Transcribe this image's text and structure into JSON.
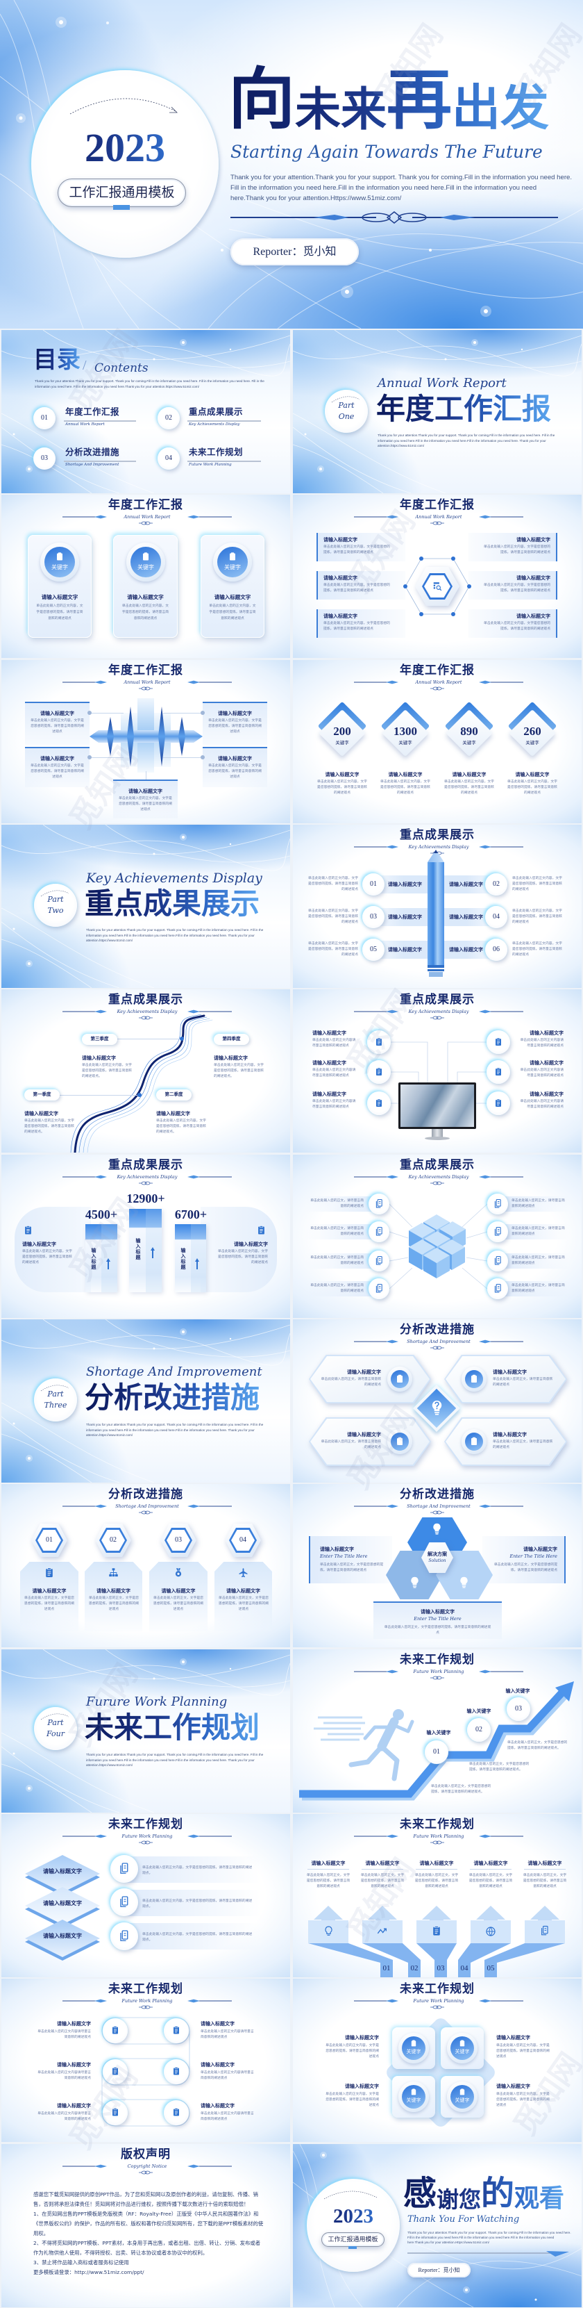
{
  "watermark": "觅知网",
  "hero": {
    "year": "2023",
    "template_label": "工作汇报通用模板",
    "title_parts": [
      "向",
      "未来",
      "再",
      "出发"
    ],
    "subtitle": "Starting Again Towards The Future",
    "body_lines": [
      "Thank you for your attention.Thank you for your support. Thank you for coming.Fill in the information you need here.",
      "Fill in the information you need here.Fill in the information you need here.Fill in the information you need",
      "here.Thank you for your attention.Https://www.51miz.com/"
    ],
    "reporter": "Reporter：觅小知"
  },
  "contents": {
    "title": "目录",
    "slash": "/",
    "subtitle": "Contents",
    "desc": "Thank you for your attention.Thank you for your support. Thank you for coming.Fill in the information you need here. Fill in the information you need here. Fill in the information you need here. Fill in the information you need here.Thank you for your attention.https://www.51miz.com/",
    "items": [
      {
        "num": "01",
        "label": "年度工作汇报",
        "sub": "Annual Work Report"
      },
      {
        "num": "02",
        "label": "重点成果展示",
        "sub": "Key Achievements Display"
      },
      {
        "num": "03",
        "label": "分析改进措施",
        "sub": "Shortage And Improvement"
      },
      {
        "num": "04",
        "label": "未来工作规划",
        "sub": "Future Work Planning"
      }
    ]
  },
  "parts": [
    {
      "part": "Part",
      "num": "One",
      "en": "Annual Work Report",
      "cn": "年度工作汇报",
      "desc": "Thank you for your attention.Thank you for your support. Thank you for coming.Fill in the information you need here. Fill in the information you need here.Fill in the information you need here.Fill in the information you need here. Thank you for your attention.https://www.51miz.com/"
    },
    {
      "part": "Part",
      "num": "Two",
      "en": "Key Achievements Display",
      "cn": "重点成果展示",
      "desc": "Thank you for your attention.Thank you for your support. Thank you for coming.Fill in the information you need here. Fill in the information you need here.Fill in the information you need here.Fill in the information you need here. Thank you for your attention.https://www.51miz.com/"
    },
    {
      "part": "Part",
      "num": "Three",
      "en": "Shortage And Improvement",
      "cn": "分析改进措施",
      "desc": "Thank you for your attention.Thank you for your support. Thank you for coming.Fill in the information you need here. Fill in the information you need here.Fill in the information you need here.Fill in the information you need here. Thank you for your attention.https://www.51miz.com/"
    },
    {
      "part": "Part",
      "num": "Four",
      "en": "Furure Work Planning",
      "cn": "未来工作规划",
      "desc": "Thank you for your attention.Thank you for your support. Thank you for coming.Fill in the information you need here. Fill in the information you need here.Fill in the information you need here.Fill in the information you need here. Thank you for your attention.https://www.51miz.com/"
    }
  ],
  "sections": {
    "annual": {
      "title": "年度工作汇报",
      "subtitle": "Annual Work Report"
    },
    "achievements": {
      "title": "重点成果展示",
      "subtitle": "Key Achievements Display"
    },
    "improvement": {
      "title": "分析改进措施",
      "subtitle": "Shortage And Improvement"
    },
    "planning": {
      "title": "未来工作规划",
      "subtitle": "Future Work Planning"
    }
  },
  "cards3": {
    "items": [
      {
        "keyword": "关键字",
        "heading": "请输入标题文字",
        "body": "单击此处输入您的正文内容，文字是您思想的提炼，请尽量言简意赅的阐述观点"
      },
      {
        "keyword": "关键字",
        "heading": "请输入标题文字",
        "body": "单击此处输入您的正文内容，文字是您思想的提炼，请尽量言简意赅的阐述观点"
      },
      {
        "keyword": "关键字",
        "heading": "请输入标题文字",
        "body": "单击此处输入您的正文内容，文字是您思想的提炼，请尽量言简意赅的阐述观点"
      }
    ]
  },
  "hexagon6": {
    "items": [
      {
        "heading": "请输入标题文字",
        "body": "单击此处输入您的正文内容，文字是您思想的提炼，请尽量言简意赅的阐述观点"
      },
      {
        "heading": "请输入标题文字",
        "body": "单击此处输入您的正文内容，文字是您思想的提炼，请尽量言简意赅的阐述观点"
      },
      {
        "heading": "请输入标题文字",
        "body": "单击此处输入您的正文内容，文字是您思想的提炼，请尽量言简意赅的阐述观点"
      },
      {
        "heading": "请输入标题文字",
        "body": "单击此处输入您的正文内容，文字是您思想的提炼，请尽量言简意赅的阐述观点"
      },
      {
        "heading": "请输入标题文字",
        "body": "单击此处输入您的正文内容，文字是您思想的提炼，请尽量言简意赅的阐述观点"
      },
      {
        "heading": "请输入标题文字",
        "body": "单击此处输入您的正文内容，文字是您思想的提炼，请尽量言简意赅的阐述观点"
      }
    ]
  },
  "wave5": {
    "items": [
      {
        "heading": "请输入标题文字",
        "body": "单击此处输入您的正文内容，文字是您思想的提炼，请尽量言简意赅的阐述观点"
      },
      {
        "heading": "请输入标题文字",
        "body": "单击此处输入您的正文内容，文字是您思想的提炼，请尽量言简意赅的阐述观点"
      },
      {
        "heading": "请输入标题文字",
        "body": "单击此处输入您的正文内容，文字是您思想的提炼，请尽量言简意赅的阐述观点"
      },
      {
        "heading": "请输入标题文字",
        "body": "单击此处输入您的正文内容，文字是您思想的提炼，请尽量言简意赅的阐述观点"
      },
      {
        "heading": "请输入标题文字",
        "body": "单击此处输入您的正文内容，文字是您思想的提炼，请尽量言简意赅的阐述观点"
      }
    ]
  },
  "diamonds4": {
    "items": [
      {
        "value": "200",
        "keyword": "关键字",
        "heading": "请输入标题文字",
        "body": "单击此处输入您的正文内容，文字是您思想的提炼，请尽量言简意赅的阐述观点"
      },
      {
        "value": "1300",
        "keyword": "关键字",
        "heading": "请输入标题文字",
        "body": "单击此处输入您的正文内容，文字是您思想的提炼，请尽量言简意赅的阐述观点"
      },
      {
        "value": "890",
        "keyword": "关键字",
        "heading": "请输入标题文字",
        "body": "单击此处输入您的正文内容，文字是您思想的提炼，请尽量言简意赅的阐述观点"
      },
      {
        "value": "260",
        "keyword": "关键字",
        "heading": "请输入标题文字",
        "body": "单击此处输入您的正文内容，文字是您思想的提炼，请尽量言简意赅的阐述观点"
      }
    ]
  },
  "pencil6": {
    "items": [
      {
        "num": "01",
        "heading": "请输入标题文字",
        "body": "单击此处输入您的正文内容，文字是您思想的提炼，请尽量言简意赅的阐述观点"
      },
      {
        "num": "02",
        "heading": "请输入标题文字",
        "body": "单击此处输入您的正文内容，文字是您思想的提炼，请尽量言简意赅的阐述观点"
      },
      {
        "num": "03",
        "heading": "请输入标题文字",
        "body": "单击此处输入您的正文内容，文字是您思想的提炼，请尽量言简意赅的阐述观点"
      },
      {
        "num": "04",
        "heading": "请输入标题文字",
        "body": "单击此处输入您的正文内容，文字是您思想的提炼，请尽量言简意赅的阐述观点"
      },
      {
        "num": "05",
        "heading": "请输入标题文字",
        "body": "单击此处输入您的正文内容，文字是您思想的提炼，请尽量言简意赅的阐述观点"
      },
      {
        "num": "06",
        "heading": "请输入标题文字",
        "body": "单击此处输入您的正文内容，文字是您思想的提炼，请尽量言简意赅的阐述观点"
      }
    ]
  },
  "quarters": {
    "items": [
      {
        "label": "第一季度",
        "heading": "请输入标题文字",
        "body": "单击此处输入您的正文内容，文字是您思想的提炼，请尽量言简意赅的阐述观点。"
      },
      {
        "label": "第二季度",
        "heading": "请输入标题文字",
        "body": "单击此处输入您的正文内容，文字是您思想的提炼，请尽量言简意赅的阐述观点。"
      },
      {
        "label": "第三季度",
        "heading": "请输入标题文字",
        "body": "单击此处输入您的正文内容，文字是您思想的提炼，请尽量言简意赅的阐述观点。"
      },
      {
        "label": "第四季度",
        "heading": "请输入标题文字",
        "body": "单击此处输入您的正文内容，文字是您思想的提炼，请尽量言简意赅的阐述观点。"
      }
    ]
  },
  "monitor6": {
    "items": [
      {
        "heading": "请输入标题文字",
        "body": "单击此处输入您的正文内容请尽量言简意赅的阐述观点"
      },
      {
        "heading": "请输入标题文字",
        "body": "单击此处输入您的正文内容请尽量言简意赅的阐述观点"
      },
      {
        "heading": "请输入标题文字",
        "body": "单击此处输入您的正文内容请尽量言简意赅的阐述观点"
      },
      {
        "heading": "请输入标题文字",
        "body": "单击此处输入您的正文内容请尽量言简意赅的阐述观点"
      },
      {
        "heading": "请输入标题文字",
        "body": "单击此处输入您的正文内容请尽量言简意赅的阐述观点"
      },
      {
        "heading": "请输入标题文字",
        "body": "单击此处输入您的正文内容请尽量言简意赅的阐述观点"
      }
    ]
  },
  "bars3": {
    "bars": [
      {
        "value": "4500+",
        "label": "输入标题"
      },
      {
        "value": "12900+",
        "label": "输入标题"
      },
      {
        "value": "6700+",
        "label": "输入标题"
      }
    ],
    "sides": [
      {
        "heading": "请输入标题文字",
        "body": "单击此处输入您的正文内容，文字是您思想的提炼，请尽量言简意赅的阐述观点"
      },
      {
        "heading": "请输入标题文字",
        "body": "单击此处输入您的正文内容，文字是您思想的提炼，请尽量言简意赅的阐述观点"
      }
    ]
  },
  "cubes8": {
    "items": [
      "单击此处输入您的正文，请尽量言简意赅的阐述观点",
      "单击此处输入您的正文，请尽量言简意赅的阐述观点",
      "单击此处输入您的正文，请尽量言简意赅的阐述观点",
      "单击此处输入您的正文，请尽量言简意赅的阐述观点",
      "单击此处输入您的正文，请尽量言简意赅的阐述观点",
      "单击此处输入您的正文，请尽量言简意赅的阐述观点",
      "单击此处输入您的正文，请尽量言简意赅的阐述观点",
      "单击此处输入您的正文，请尽量言简意赅的阐述观点"
    ]
  },
  "hex4diamond": {
    "items": [
      {
        "heading": "请输入标题文字",
        "body": "单击此处输入您的正文，请尽量言简意赅的阐述观点"
      },
      {
        "heading": "请输入标题文字",
        "body": "单击此处输入您的正文，请尽量言简意赅的阐述观点"
      },
      {
        "heading": "请输入标题文字",
        "body": "单击此处输入您的正文，请尽量言简意赅的阐述观点"
      },
      {
        "heading": "请输入标题文字",
        "body": "单击此处输入您的正文，请尽量言简意赅的阐述观点"
      }
    ]
  },
  "hex4num": {
    "items": [
      {
        "num": "01",
        "heading": "请输入标题文字",
        "body": "单击此处输入您的正文，文字是您思想的提炼，请尽量言简意赅的阐述观点"
      },
      {
        "num": "02",
        "heading": "请输入标题文字",
        "body": "单击此处输入您的正文，文字是您思想的提炼，请尽量言简意赅的阐述观点"
      },
      {
        "num": "03",
        "heading": "请输入标题文字",
        "body": "单击此处输入您的正文，文字是您思想的提炼，请尽量言简意赅的阐述观点"
      },
      {
        "num": "04",
        "heading": "请输入标题文字",
        "body": "单击此处输入您的正文，文字是您思想的提炼，请尽量言简意赅的阐述观点"
      }
    ]
  },
  "solution": {
    "center": "解决方案",
    "center_en": "Solution",
    "items": [
      {
        "heading": "请输入标题文字",
        "en": "Enter The Title Here",
        "body": "单击此处输入您的正文，文字是您思想的提炼，请尽量言简意赅的阐述观点"
      },
      {
        "heading": "请输入标题文字",
        "en": "Enter The Title Here",
        "body": "单击此处输入您的正文，文字是您思想的提炼，请尽量言简意赅的阐述观点"
      },
      {
        "heading": "请输入标题文字",
        "en": "Enter The Title Here",
        "body": "单击此处输入您的正文，文字是您思想的提炼，请尽量言简意赅的阐述观点"
      }
    ]
  },
  "steps3": {
    "items": [
      {
        "num": "01",
        "keyword": "输入关键字",
        "body": "单击此处输入您的正文，文字是您思想的提炼，请尽量言简意赅的阐述观点。"
      },
      {
        "num": "02",
        "keyword": "输入关键字",
        "body": "单击此处输入您的正文，文字是您思想的提炼，请尽量言简意赅的阐述观点。"
      },
      {
        "num": "03",
        "keyword": "输入关键字",
        "body": "单击此处输入您的正文，文字是您思想的提炼，请尽量言简意赅的阐述观点。"
      }
    ]
  },
  "plates3": {
    "items": [
      {
        "heading": "请输入标题文字",
        "body": "单击此处输入您的正文内容，文字是您思想的提炼，请尽量言简意赅的阐述观点。"
      },
      {
        "heading": "请输入标题文字",
        "body": "单击此处输入您的正文内容，文字是您思想的提炼，请尽量言简意赅的阐述观点。"
      },
      {
        "heading": "请输入标题文字",
        "body": "单击此处输入您的正文内容，文字是您思想的提炼，请尽量言简意赅的阐述观点。"
      }
    ]
  },
  "arrows5": {
    "items": [
      {
        "heading": "请输入标题文字",
        "body": "单击此处输入您的正文，文字是您思想的提炼，请尽量言简意赅的阐述观点",
        "num": "01"
      },
      {
        "heading": "请输入标题文字",
        "body": "单击此处输入您的正文，文字是您思想的提炼，请尽量言简意赅的阐述观点",
        "num": "02"
      },
      {
        "heading": "请输入标题文字",
        "body": "单击此处输入您的正文，文字是您思想的提炼，请尽量言简意赅的阐述观点",
        "num": "03"
      },
      {
        "heading": "请输入标题文字",
        "body": "单击此处输入您的正文，文字是您思想的提炼，请尽量言简意赅的阐述观点",
        "num": "04"
      },
      {
        "heading": "请输入标题文字",
        "body": "单击此处输入您的正文，文字是您思想的提炼，请尽量言简意赅的阐述观点",
        "num": "05"
      }
    ]
  },
  "circles6": {
    "items": [
      {
        "heading": "请输入标题文字",
        "body": "单击此处输入您的正文内容请尽量言简意赅的阐述观点"
      },
      {
        "heading": "请输入标题文字",
        "body": "单击此处输入您的正文内容请尽量言简意赅的阐述观点"
      },
      {
        "heading": "请输入标题文字",
        "body": "单击此处输入您的正文内容请尽量言简意赅的阐述观点"
      },
      {
        "heading": "请输入标题文字",
        "body": "单击此处输入您的正文内容请尽量言简意赅的阐述观点"
      },
      {
        "heading": "请输入标题文字",
        "body": "单击此处输入您的正文内容请尽量言简意赅的阐述观点"
      },
      {
        "heading": "请输入标题文字",
        "body": "单击此处输入您的正文内容请尽量言简意赅的阐述观点"
      }
    ]
  },
  "squares4": {
    "keywords": [
      "关键字",
      "关键字",
      "关键字",
      "关键字"
    ],
    "items": [
      {
        "heading": "请输入标题文字",
        "body": "单击此处输入您的正文内容，文字是您思想的提炼，请尽量言简意赅的阐述观点"
      },
      {
        "heading": "请输入标题文字",
        "body": "单击此处输入您的正文内容，文字是您思想的提炼，请尽量言简意赅的阐述观点"
      },
      {
        "heading": "请输入标题文字",
        "body": "单击此处输入您的正文内容，文字是您思想的提炼，请尽量言简意赅的阐述观点"
      },
      {
        "heading": "请输入标题文字",
        "body": "单击此处输入您的正文内容，文字是您思想的提炼，请尽量言简意赅的阐述观点"
      }
    ]
  },
  "copyright": {
    "title": "版权声明",
    "subtitle": "Copyright Notice",
    "paragraphs": [
      "感谢您下载觅知网提供的原创PPT作品，为了您和觅知网以及原创作者的利益，请勿复制、传播、销售，否则将承担法律责任！觅知网将对作品进行维权，按照传播下载次数进行十倍的索取赔偿！",
      "1、在觅知网出售的PPT模板是免版税类（RF：Royalty-Free）正版受《中华人民共和国著作法》和《世界版权公约》的保护，作品的所有权、版权和著作权归觅知网所有，您下载的是PPT模板素材的使用权。",
      "2、不得将觅知网的PPT模板、PPT素材，本身用于再出售，或者出租、出借、转让、分销、发布或者作为礼物供他人使用，不得转授权、出卖、转让本协议或者本协议中的权利。",
      "3、禁止将作品输入商标或者服务标记使用",
      "更多模板请登录：http://www.51miz.com/ppt/"
    ]
  },
  "thanks": {
    "title_parts": [
      "感",
      "谢您",
      "的",
      "观看"
    ],
    "subtitle": "Thank You For Watching",
    "year": "2023",
    "template_label": "工作汇报通用模板",
    "body_lines": [
      "Thank you for your attention.Thank you for your support. Thank you for coming.Fill in the information you need here.",
      "Fill in the information you need here.Fill in the information you need here.Fill in the information you need",
      "here.Thank you for your attention.Https://www.51miz.com/"
    ],
    "reporter": "Reporter：觅小知"
  }
}
